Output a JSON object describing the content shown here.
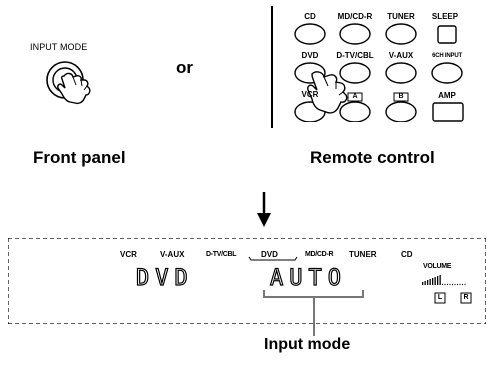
{
  "front_panel": {
    "input_mode_label": "INPUT MODE",
    "caption": "Front panel"
  },
  "or_text": "or",
  "remote": {
    "caption": "Remote control",
    "keys": [
      "CD",
      "MD/CD-R",
      "TUNER",
      "SLEEP",
      "DVD",
      "D-TV/CBL",
      "V-AUX",
      "6CH INPUT",
      "VCR",
      "A",
      "B",
      "AMP"
    ]
  },
  "display": {
    "sources": [
      "VCR",
      "V-AUX",
      "D-TV/CBL",
      "DVD",
      "MD/CD-R",
      "TUNER",
      "CD"
    ],
    "selected_source": "DVD",
    "volume_label": "VOLUME",
    "left_indicator": "L",
    "right_indicator": "R",
    "main_text_left": "DVD",
    "main_text_right": "AUTO"
  },
  "callout": "Input mode",
  "icons": [
    "hand-pressing-icon",
    "down-arrow-icon"
  ]
}
